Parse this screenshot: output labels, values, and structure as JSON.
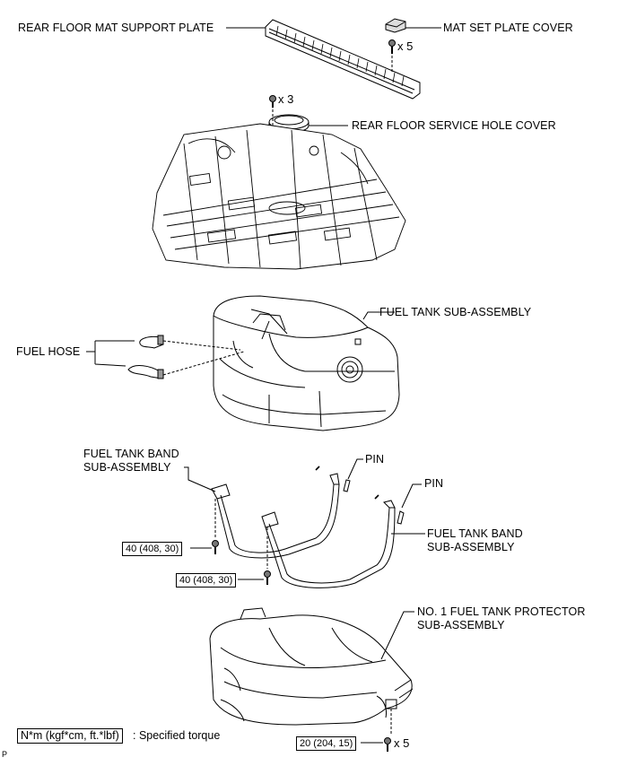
{
  "labels": {
    "rear_floor_mat_support_plate": "REAR FLOOR MAT SUPPORT PLATE",
    "mat_set_plate_cover": "MAT SET PLATE COVER",
    "rear_floor_service_hole_cover": "REAR FLOOR SERVICE HOLE COVER",
    "fuel_tank_sub_assembly": "FUEL TANK SUB-ASSEMBLY",
    "fuel_hose": "FUEL HOSE",
    "fuel_tank_band_left_line1": "FUEL TANK BAND",
    "fuel_tank_band_left_line2": "SUB-ASSEMBLY",
    "pin_1": "PIN",
    "pin_2": "PIN",
    "fuel_tank_band_right_line1": "FUEL TANK BAND",
    "fuel_tank_band_right_line2": "SUB-ASSEMBLY",
    "protector_line1": "NO. 1 FUEL TANK PROTECTOR",
    "protector_line2": "SUB-ASSEMBLY"
  },
  "quantities": {
    "mat_cover_bolts": "x 5",
    "service_hole_bolts": "x 3",
    "protector_bolts": "x 5"
  },
  "torques": {
    "band_bolt_1": "40 (408, 30)",
    "band_bolt_2": "40 (408, 30)",
    "protector_bolt": "20 (204, 15)"
  },
  "legend": {
    "unit": "N*m (kgf*cm, ft.*lbf)",
    "description": ": Specified torque"
  },
  "figure_code": "P"
}
